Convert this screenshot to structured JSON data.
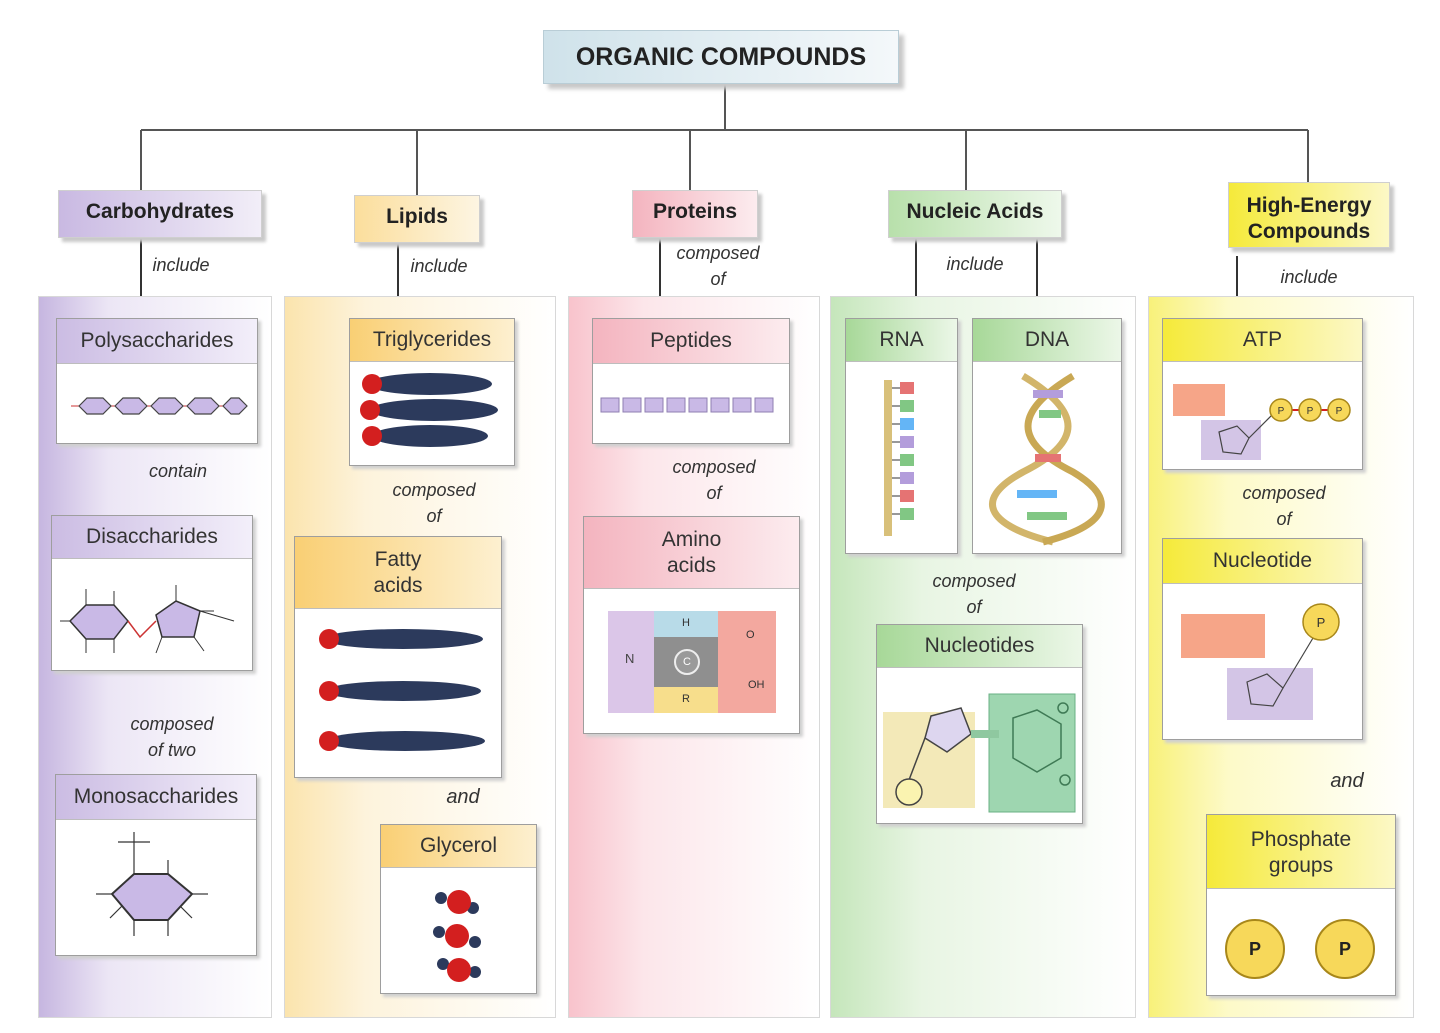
{
  "root": {
    "label": "ORGANIC COMPOUNDS"
  },
  "categories": {
    "carbohydrates": {
      "label": "Carbohydrates",
      "include": "include",
      "polysaccharides": "Polysaccharides",
      "contain": "contain",
      "disaccharides": "Disaccharides",
      "composed_of_two_1": "composed",
      "composed_of_two_2": "of two",
      "monosaccharides": "Monosaccharides"
    },
    "lipids": {
      "label": "Lipids",
      "include": "include",
      "triglycerides": "Triglycerides",
      "composed": "composed",
      "of": "of",
      "fatty_acids_1": "Fatty",
      "fatty_acids_2": "acids",
      "and": "and",
      "glycerol": "Glycerol"
    },
    "proteins": {
      "label": "Proteins",
      "composed": "composed",
      "of": "of",
      "peptides": "Peptides",
      "composed2": "composed",
      "of2": "of",
      "amino_acids_1": "Amino",
      "amino_acids_2": "acids",
      "amino_labels": {
        "n": "N",
        "h": "H",
        "c": "C",
        "o": "O",
        "oh": "OH",
        "r": "R"
      }
    },
    "nucleic_acids": {
      "label": "Nucleic Acids",
      "include": "include",
      "rna": "RNA",
      "dna": "DNA",
      "composed": "composed",
      "of": "of",
      "nucleotides": "Nucleotides"
    },
    "high_energy": {
      "label_1": "High-Energy",
      "label_2": "Compounds",
      "include": "include",
      "atp": "ATP",
      "p_symbol": "P",
      "composed": "composed",
      "of": "of",
      "nucleotide": "Nucleotide",
      "and": "and",
      "phosphate_1": "Phosphate",
      "phosphate_2": "groups"
    }
  },
  "colors": {
    "carb": "#d9cdeb",
    "carb_dark": "#b9a5d8",
    "lipid": "#fbe3b0",
    "lipid_dark": "#f7c66a",
    "protein": "#f8ccd2",
    "protein_dark": "#f2a8b3",
    "nucleic": "#cfe9c6",
    "nucleic_dark": "#9ed28f",
    "energy": "#fbf6a8",
    "energy_dark": "#f6ea3a"
  }
}
